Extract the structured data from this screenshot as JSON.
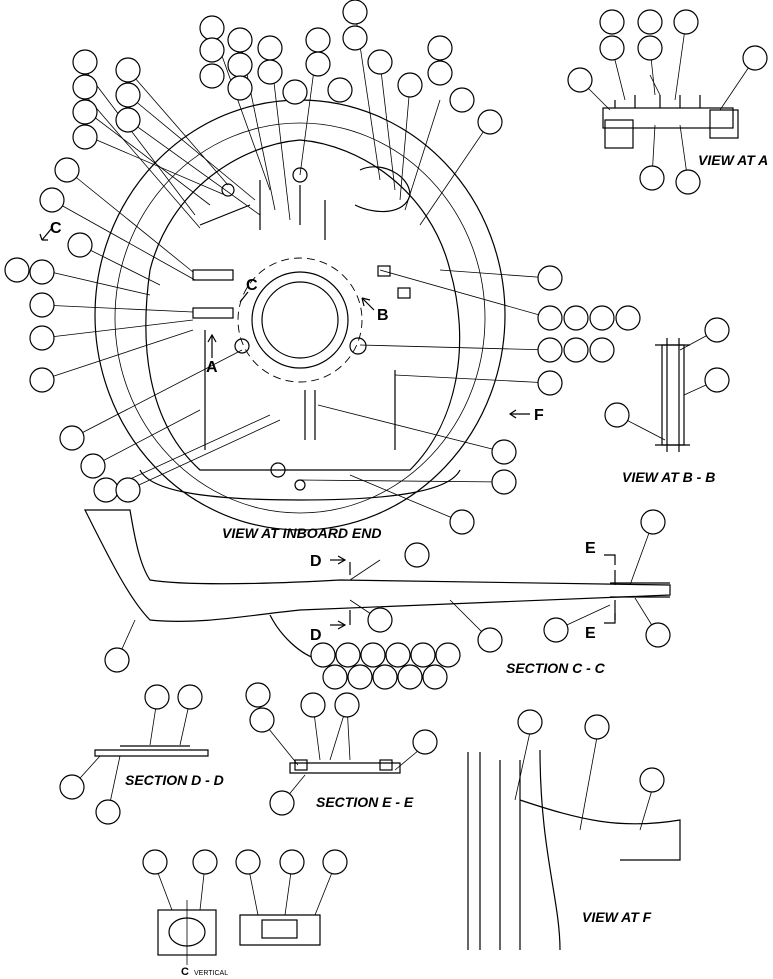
{
  "labels": {
    "view_inboard": "VIEW AT INBOARD END",
    "view_a": "VIEW AT A",
    "view_bb": "VIEW AT B - B",
    "section_cc": "SECTION C - C",
    "section_dd": "SECTION D - D",
    "section_ee": "SECTION E - E",
    "view_f": "VIEW AT F",
    "vertical": "VERTICAL",
    "centerline": "C"
  },
  "markers": {
    "a": "A",
    "b": "B",
    "c": "C",
    "d": "D",
    "e": "E",
    "f": "F"
  }
}
